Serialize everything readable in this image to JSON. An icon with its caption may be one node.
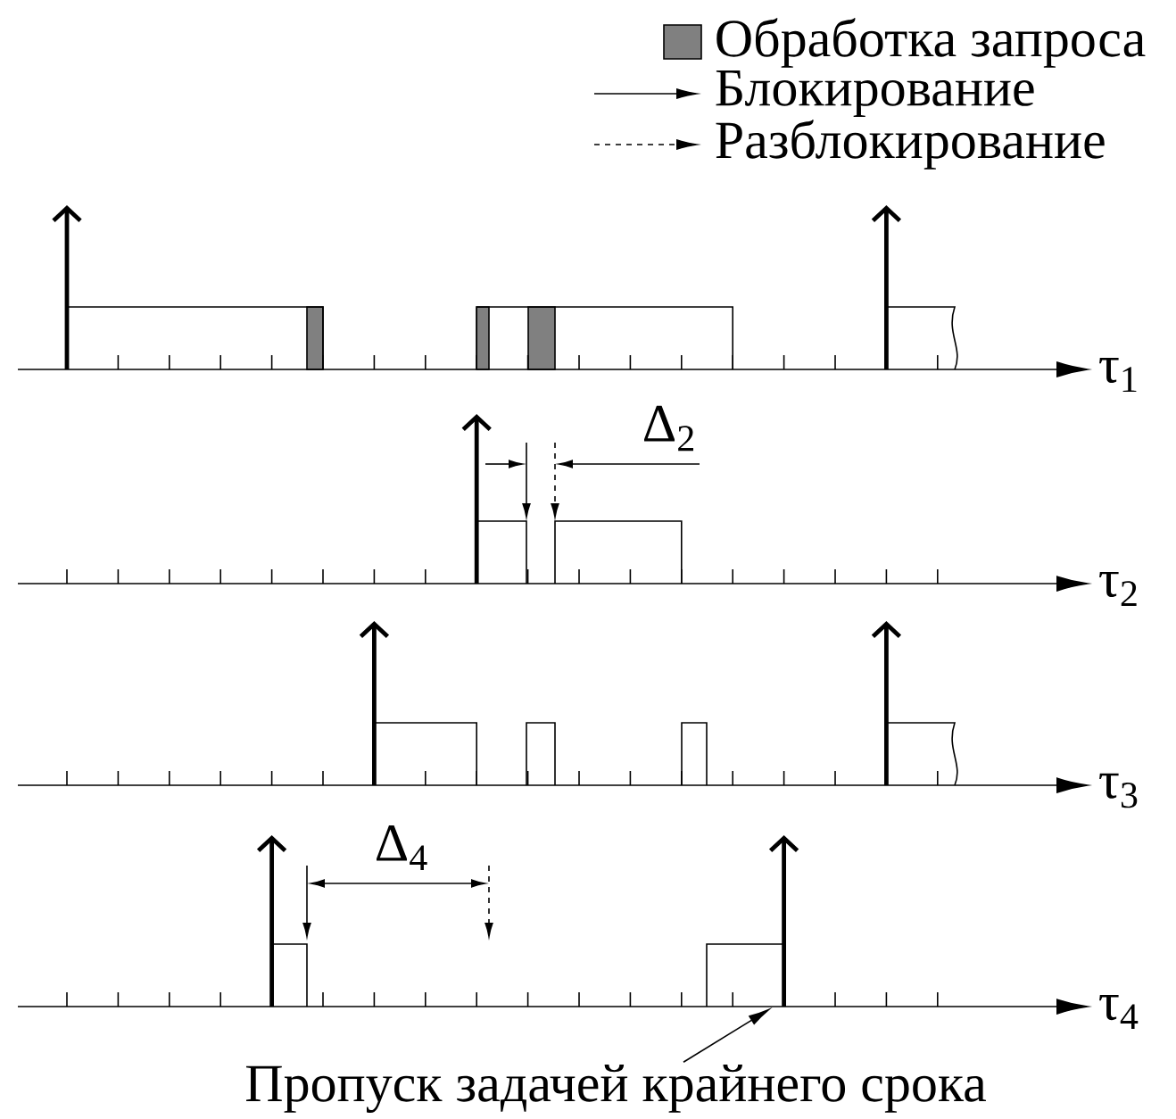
{
  "diagram": {
    "nodes": [
      {
        "text": [
          "Пропуск задачей крайнего срока"
        ]
      },
      {
        "text": [],
        "shape": "arrow"
      }
    ],
    "edges": [
      {
        "from": 0,
        "to": 1,
        "arrow": "to"
      }
    ],
    "labels": [
      "τ$_{1}$",
      "Δ$_{2}$",
      "τ$_{2}$",
      "τ$_{3}$",
      "Δ$_{4}$",
      "τ$_{4}$"
    ],
    "legend": [
      {
        "text": "Обработка запроса",
        "color": "#808080"
      },
      {
        "text": "Блокирование"
      },
      {
        "text": "Разблокирование"
      }
    ]
  }
}
